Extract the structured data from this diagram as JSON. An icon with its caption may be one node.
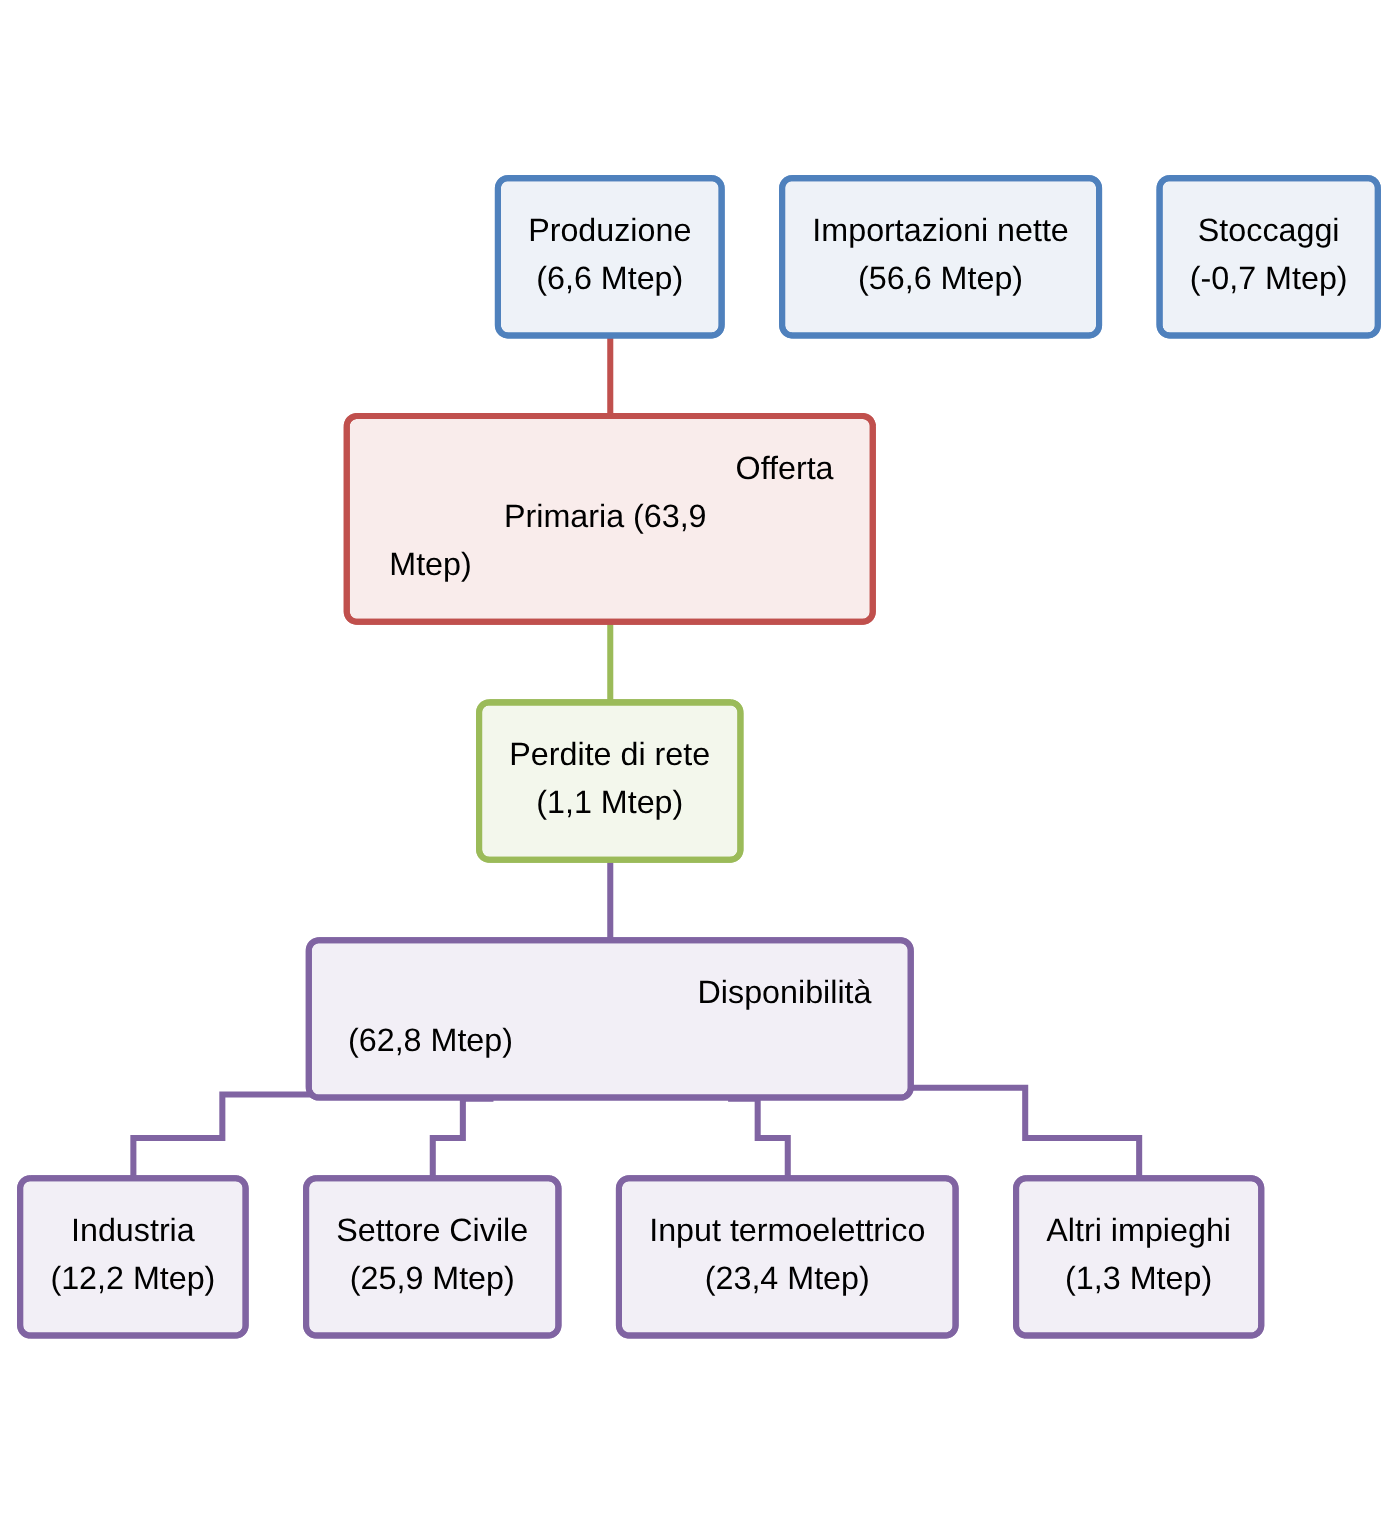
{
  "diagram": {
    "nodes": [
      {
        "text": [
          "Produzione",
          "(6,6 Mtep)"
        ]
      },
      {
        "text": [
          "Importazioni nette",
          "(56,6 Mtep)"
        ]
      },
      {
        "text": [
          "Stoccaggi",
          "(-0,7 Mtep)"
        ]
      },
      {
        "text": [
          "Offerta Primaria (63,9 Mtep)"
        ]
      },
      {
        "text": [
          "Perdite di rete",
          "(1,1 Mtep)"
        ]
      },
      {
        "text": [
          "Disponibilità (62,8 Mtep)"
        ]
      },
      {
        "text": [
          "Industria",
          "(12,2 Mtep)"
        ]
      },
      {
        "text": [
          "Settore Civile",
          "(25,9 Mtep)"
        ]
      },
      {
        "text": [
          "Input termoelettrico",
          "(23,4 Mtep)"
        ]
      },
      {
        "text": [
          "Altri impieghi",
          "(1,3 Mtep)"
        ]
      }
    ],
    "edges": [
      {
        "from": 0,
        "to": 3,
        "arrow": "none",
        "color": "#c0504d"
      },
      {
        "from": 3,
        "to": 4,
        "arrow": "none",
        "color": "#9bbb59"
      },
      {
        "from": 4,
        "to": 5,
        "arrow": "none"
      },
      {
        "from": 5,
        "to": 6,
        "arrow": "none"
      },
      {
        "from": 5,
        "to": 7,
        "arrow": "none"
      },
      {
        "from": 5,
        "to": 8,
        "arrow": "none"
      },
      {
        "from": 5,
        "to": 9,
        "arrow": "none"
      }
    ]
  }
}
